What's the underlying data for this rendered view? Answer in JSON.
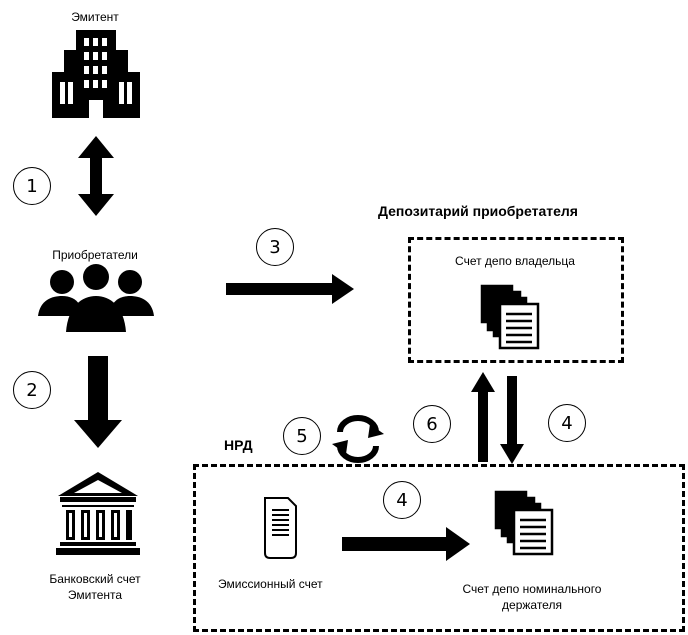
{
  "labels": {
    "issuer": "Эмитент",
    "buyers": "Приобретатели",
    "bank_account_line1": "Банковский счет",
    "bank_account_line2": "Эмитента",
    "depository_title": "Депозитарий приобретателя",
    "owner_account": "Счет депо владельца",
    "nsd": "НРД",
    "issuance_account": "Эмиссионный счет",
    "nominee_account_line1": "Счет депо номинального",
    "nominee_account_line2": "держателя"
  },
  "steps": {
    "s1": "1",
    "s2": "2",
    "s3": "3",
    "s4a": "4",
    "s4b": "4",
    "s5": "5",
    "s6": "6"
  },
  "icons": {
    "issuer": "office-building-icon",
    "buyers": "group-of-people-icon",
    "bank": "bank-building-icon",
    "owner_account": "stacked-documents-icon",
    "issuance_account": "document-icon",
    "nominee_account": "stacked-documents-icon",
    "cycle": "circular-arrows-icon"
  }
}
